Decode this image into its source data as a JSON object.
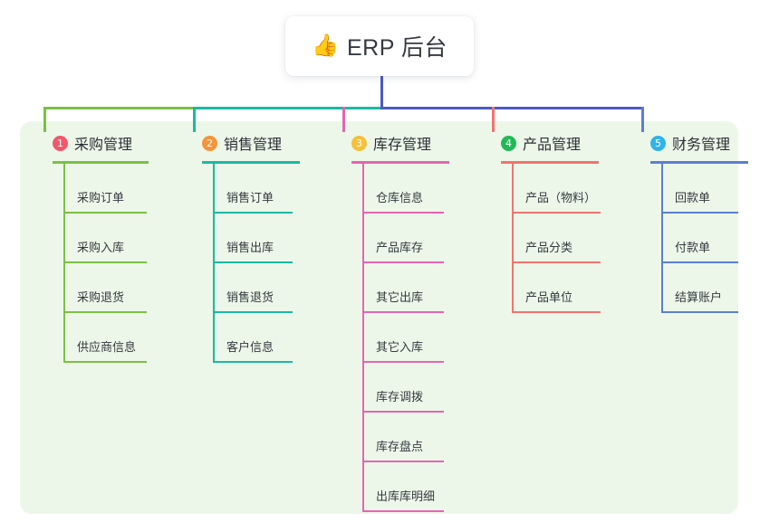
{
  "root": {
    "icon": "thumbs-up-icon",
    "icon_glyph": "👍",
    "title": "ERP 后台"
  },
  "panel": {
    "background_color": "#edf7e9"
  },
  "bus": {
    "segments": [
      {
        "name": "green-segment",
        "color": "#7ac143"
      },
      {
        "name": "teal-segment",
        "color": "#19b9a4"
      },
      {
        "name": "indigo-segment",
        "color": "#4a5ac8"
      }
    ],
    "stem_color": "#4a5ac8"
  },
  "columns": [
    {
      "number": "1",
      "title": "采购管理",
      "badge_color": "#f2576b",
      "line_color": "#7ac143",
      "items": [
        "采购订单",
        "采购入库",
        "采购退货",
        "供应商信息"
      ]
    },
    {
      "number": "2",
      "title": "销售管理",
      "badge_color": "#f5943a",
      "line_color": "#19b9a4",
      "items": [
        "销售订单",
        "销售出库",
        "销售退货",
        "客户信息"
      ]
    },
    {
      "number": "3",
      "title": "库存管理",
      "badge_color": "#f5c03a",
      "line_color": "#e664b4",
      "items": [
        "仓库信息",
        "产品库存",
        "其它出库",
        "其它入库",
        "库存调拨",
        "库存盘点",
        "出库库明细"
      ]
    },
    {
      "number": "4",
      "title": "产品管理",
      "badge_color": "#22b858",
      "line_color": "#f4736e",
      "items": [
        "产品（物料）",
        "产品分类",
        "产品单位"
      ]
    },
    {
      "number": "5",
      "title": "财务管理",
      "badge_color": "#2fb3e8",
      "line_color": "#5b7fd4",
      "items": [
        "回款单",
        "付款单",
        "结算账户"
      ]
    }
  ]
}
